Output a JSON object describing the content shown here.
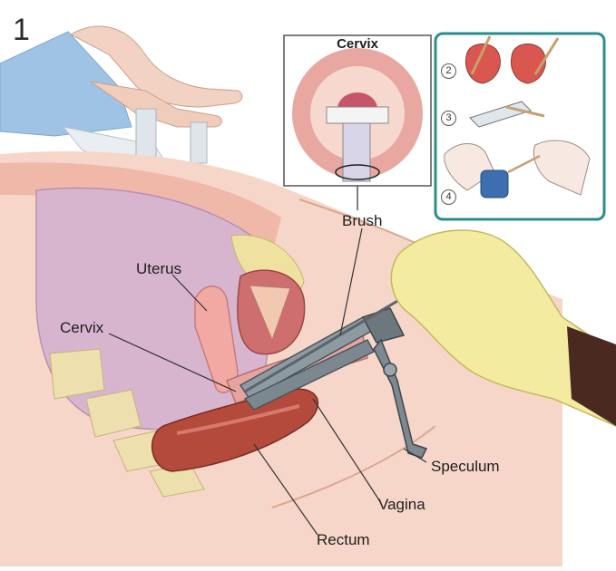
{
  "figure": {
    "step_number": "1",
    "inset_title": "Cervix",
    "labels": {
      "uterus": "Uterus",
      "cervix": "Cervix",
      "brush": "Brush",
      "speculum": "Speculum",
      "vagina": "Vagina",
      "rectum": "Rectum"
    },
    "steps": [
      "2",
      "3",
      "4"
    ]
  },
  "colors": {
    "inset_border": "#2a8c8c",
    "glove": "#f2eba0",
    "tissue_pink": "#e79a94",
    "rectum": "#b34a3c",
    "bone": "#e8d9a8"
  }
}
